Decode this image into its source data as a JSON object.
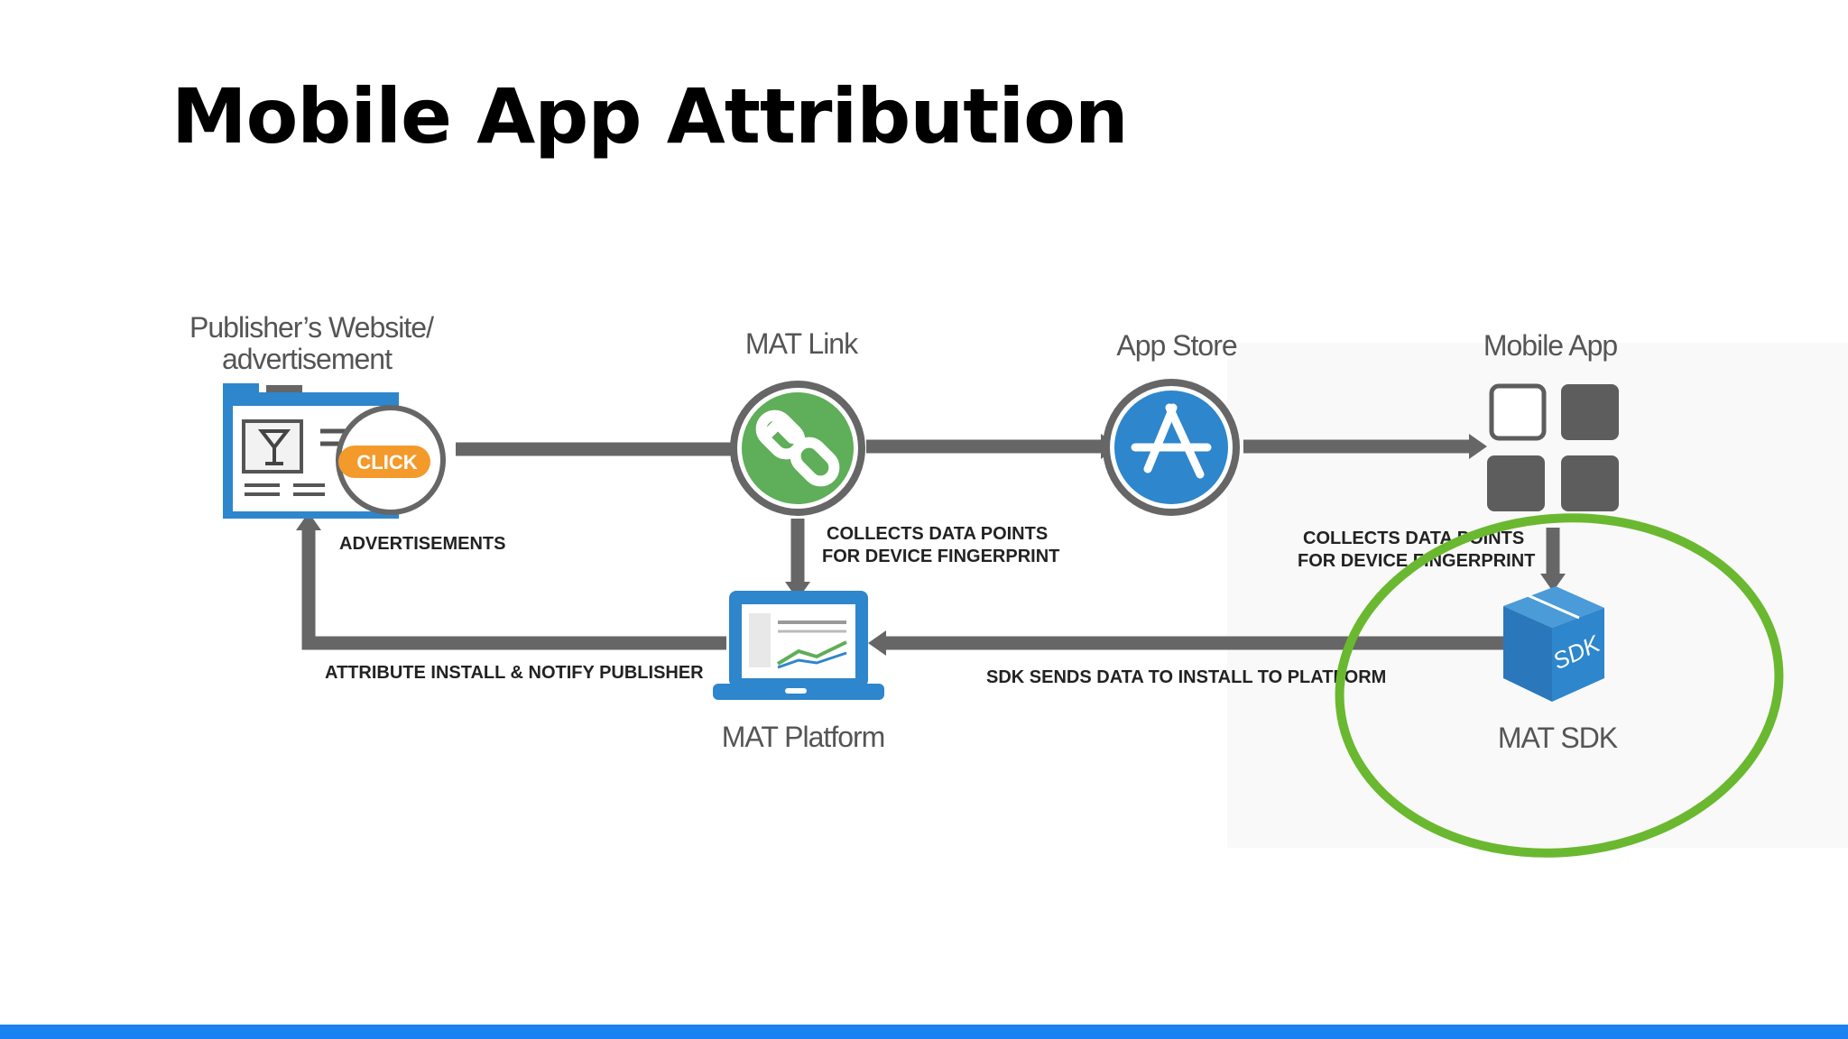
{
  "slide": {
    "title": "Mobile App Attribution"
  },
  "nodes": {
    "publisher": {
      "label_line1": "Publisher’s Website/",
      "label_line2": "advertisement",
      "button_label": "CLICK"
    },
    "mat_link": {
      "label": "MAT Link"
    },
    "app_store": {
      "label": "App Store"
    },
    "mobile_app": {
      "label": "Mobile App"
    },
    "mat_platform": {
      "label": "MAT Platform"
    },
    "mat_sdk": {
      "label": "MAT SDK",
      "badge": "SDK"
    }
  },
  "edge_labels": {
    "advertisements": "ADVERTISEMENTS",
    "collects_link_line1": "COLLECTS DATA POINTS",
    "collects_link_line2": "FOR DEVICE FINGERPRINT",
    "collects_app_line1": "COLLECTS DATA POINTS",
    "collects_app_line2": "FOR DEVICE FINGERPRINT",
    "attribute_install": "ATTRIBUTE INSTALL & NOTIFY PUBLISHER",
    "sdk_sends": "SDK SENDS DATA TO INSTALL TO PLATFORM"
  },
  "colors": {
    "arrow": "#666666",
    "link_green": "#5fae59",
    "store_blue": "#2e86cc",
    "click_orange": "#f39a2b",
    "highlight_green": "#6ab830",
    "footer_blue": "#1a82f0",
    "tile_dark": "#5d5d5d"
  }
}
